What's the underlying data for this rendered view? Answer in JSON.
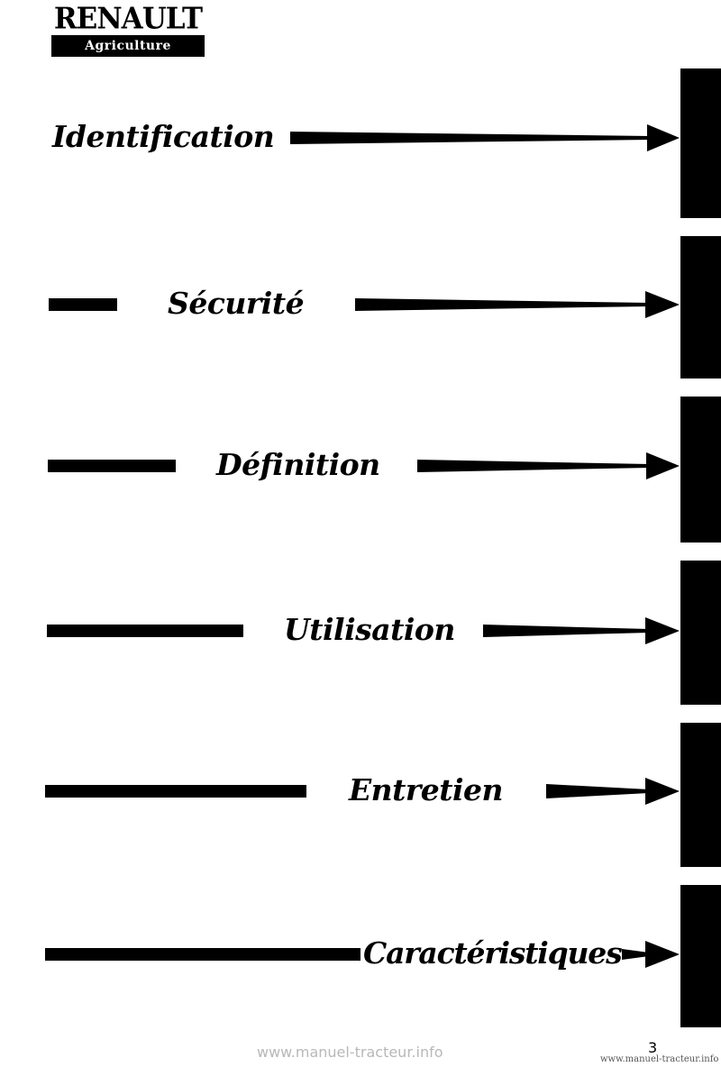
{
  "logo": {
    "brand": "RENAULT",
    "subtitle": "Agriculture"
  },
  "sections": [
    {
      "label": "Identification"
    },
    {
      "label": "Sécurité"
    },
    {
      "label": "Définition"
    },
    {
      "label": "Utilisation"
    },
    {
      "label": "Entretien"
    },
    {
      "label": "Caractéristiques"
    }
  ],
  "footer": {
    "watermark": "www.manuel-tracteur.info",
    "page_number": "3",
    "watermark_small": "www.manuel-tracteur.info"
  },
  "colors": {
    "ink": "#000000",
    "paper": "#ffffff",
    "watermark": "#b8b8b8"
  },
  "icons": [
    "arrow-right-icon"
  ]
}
